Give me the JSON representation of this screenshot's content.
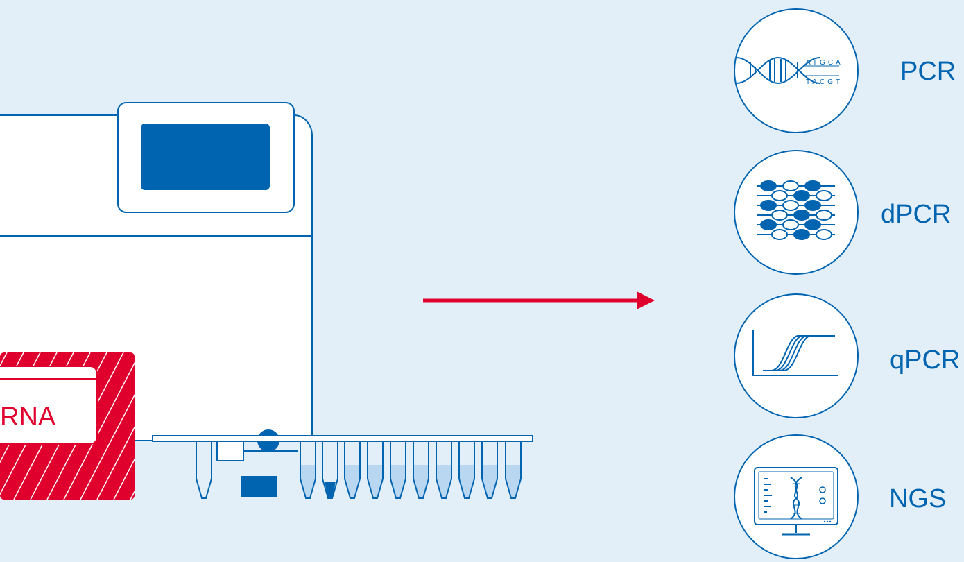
{
  "kit": {
    "label": "RNA"
  },
  "dna_icon": {
    "seq_top": "ATGCA",
    "seq_bottom": "TACGT"
  },
  "applications": [
    {
      "label": "PCR",
      "icon": "dna-helix-icon"
    },
    {
      "label": "dPCR",
      "icon": "droplet-partition-icon"
    },
    {
      "label": "qPCR",
      "icon": "amplification-curves-icon"
    },
    {
      "label": "NGS",
      "icon": "sequencing-monitor-icon"
    }
  ],
  "colors": {
    "background": "#e2eff9",
    "blue": "#0064b0",
    "red": "#e0002d",
    "white": "#ffffff",
    "tube_fill": "#b9d7f0"
  }
}
